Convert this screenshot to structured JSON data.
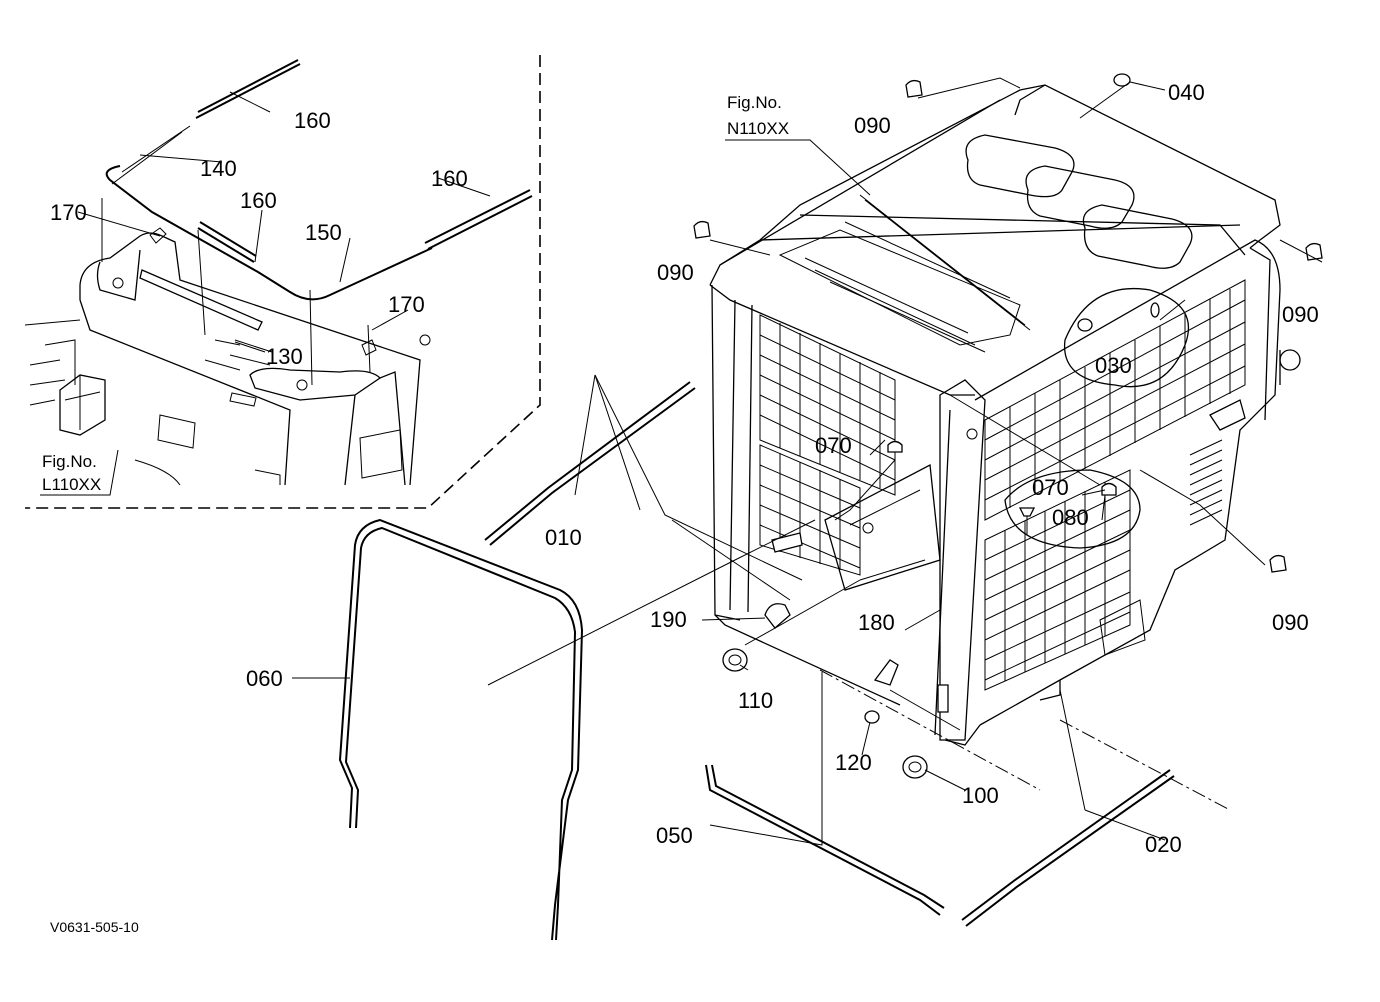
{
  "figure": {
    "code": "V0631-505-10",
    "fig_refs": [
      {
        "title": "Fig.No.",
        "number": "N110XX"
      },
      {
        "title": "Fig.No.",
        "number": "L110XX"
      }
    ]
  },
  "callouts": {
    "p010": "010",
    "p020": "020",
    "p030": "030",
    "p040": "040",
    "p050": "050",
    "p060": "060",
    "p070a": "070",
    "p070b": "070",
    "p080": "080",
    "p090a": "090",
    "p090b": "090",
    "p090c": "090",
    "p090d": "090",
    "p100": "100",
    "p110": "110",
    "p120": "120",
    "p130": "130",
    "p140": "140",
    "p150": "150",
    "p160a": "160",
    "p160b": "160",
    "p160c": "160",
    "p170a": "170",
    "p170b": "170",
    "p180": "180",
    "p190": "190"
  }
}
